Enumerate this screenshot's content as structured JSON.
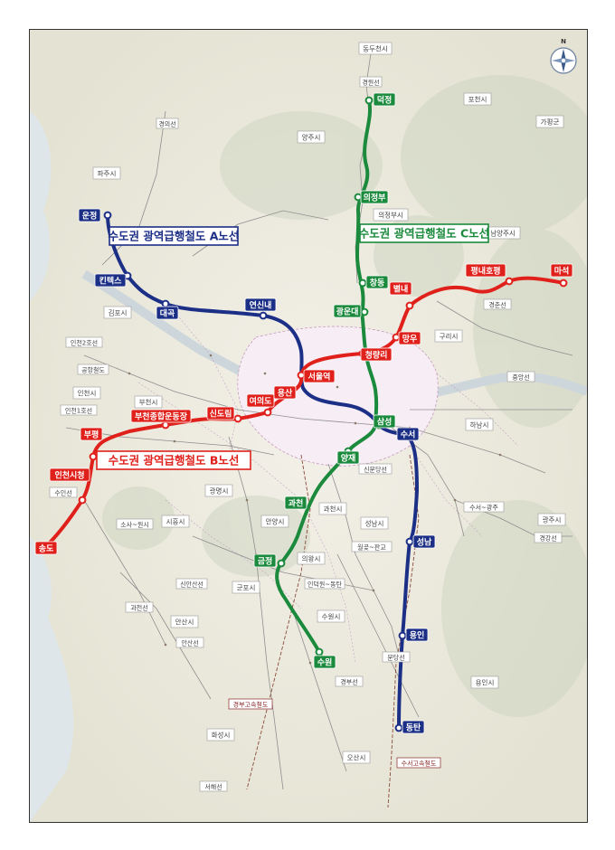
{
  "compass": {
    "north_label": "N"
  },
  "lines": [
    {
      "id": "A",
      "title": "수도권 광역급행철도 A노선",
      "color": "#1c2f86",
      "stations": [
        "운정",
        "킨텍스",
        "대곡",
        "연신내",
        "서울역",
        "삼성",
        "수서",
        "성남",
        "용인",
        "동탄"
      ]
    },
    {
      "id": "B",
      "title": "수도권 광역급행철도 B노선",
      "color": "#e0201b",
      "stations": [
        "송도",
        "인천시청",
        "부평",
        "부천종합운동장",
        "신도림",
        "여의도",
        "용산",
        "서울역",
        "청량리",
        "망우",
        "별내",
        "평내호평",
        "마석"
      ]
    },
    {
      "id": "C",
      "title": "수도권 광역급행철도 C노선",
      "color": "#1b8a3c",
      "stations": [
        "덕정",
        "의정부",
        "창동",
        "광운대",
        "청량리",
        "삼성",
        "양재",
        "과천",
        "금정",
        "수원"
      ]
    }
  ],
  "cities": [
    "동두천시",
    "포천시",
    "가평군",
    "양주시",
    "파주시",
    "의정부시",
    "남양주시",
    "김포시",
    "구리시",
    "하남시",
    "부천시",
    "인천시",
    "광명시",
    "시흥시",
    "안양시",
    "과천시",
    "성남시",
    "광주시",
    "의왕시",
    "군포시",
    "안산시",
    "수원시",
    "용인시",
    "화성시",
    "오산시"
  ],
  "existing_lines": [
    "경원선",
    "경의선",
    "인천2호선",
    "공항철도",
    "인천1호선",
    "경춘선",
    "중앙선",
    "신분당선",
    "수인선",
    "소사~원시",
    "신안산선",
    "과천선",
    "안산선",
    "인덕원~동탄",
    "월곶~판교",
    "수서~광주",
    "경강선",
    "경부선",
    "분당선",
    "서해선"
  ],
  "high_speed_lines": [
    "경부고속철도",
    "수서고속철도"
  ],
  "colors": {
    "line_a": "#1c2f86",
    "line_b": "#e0201b",
    "line_c": "#1b8a3c",
    "background": "#ece9dc"
  }
}
